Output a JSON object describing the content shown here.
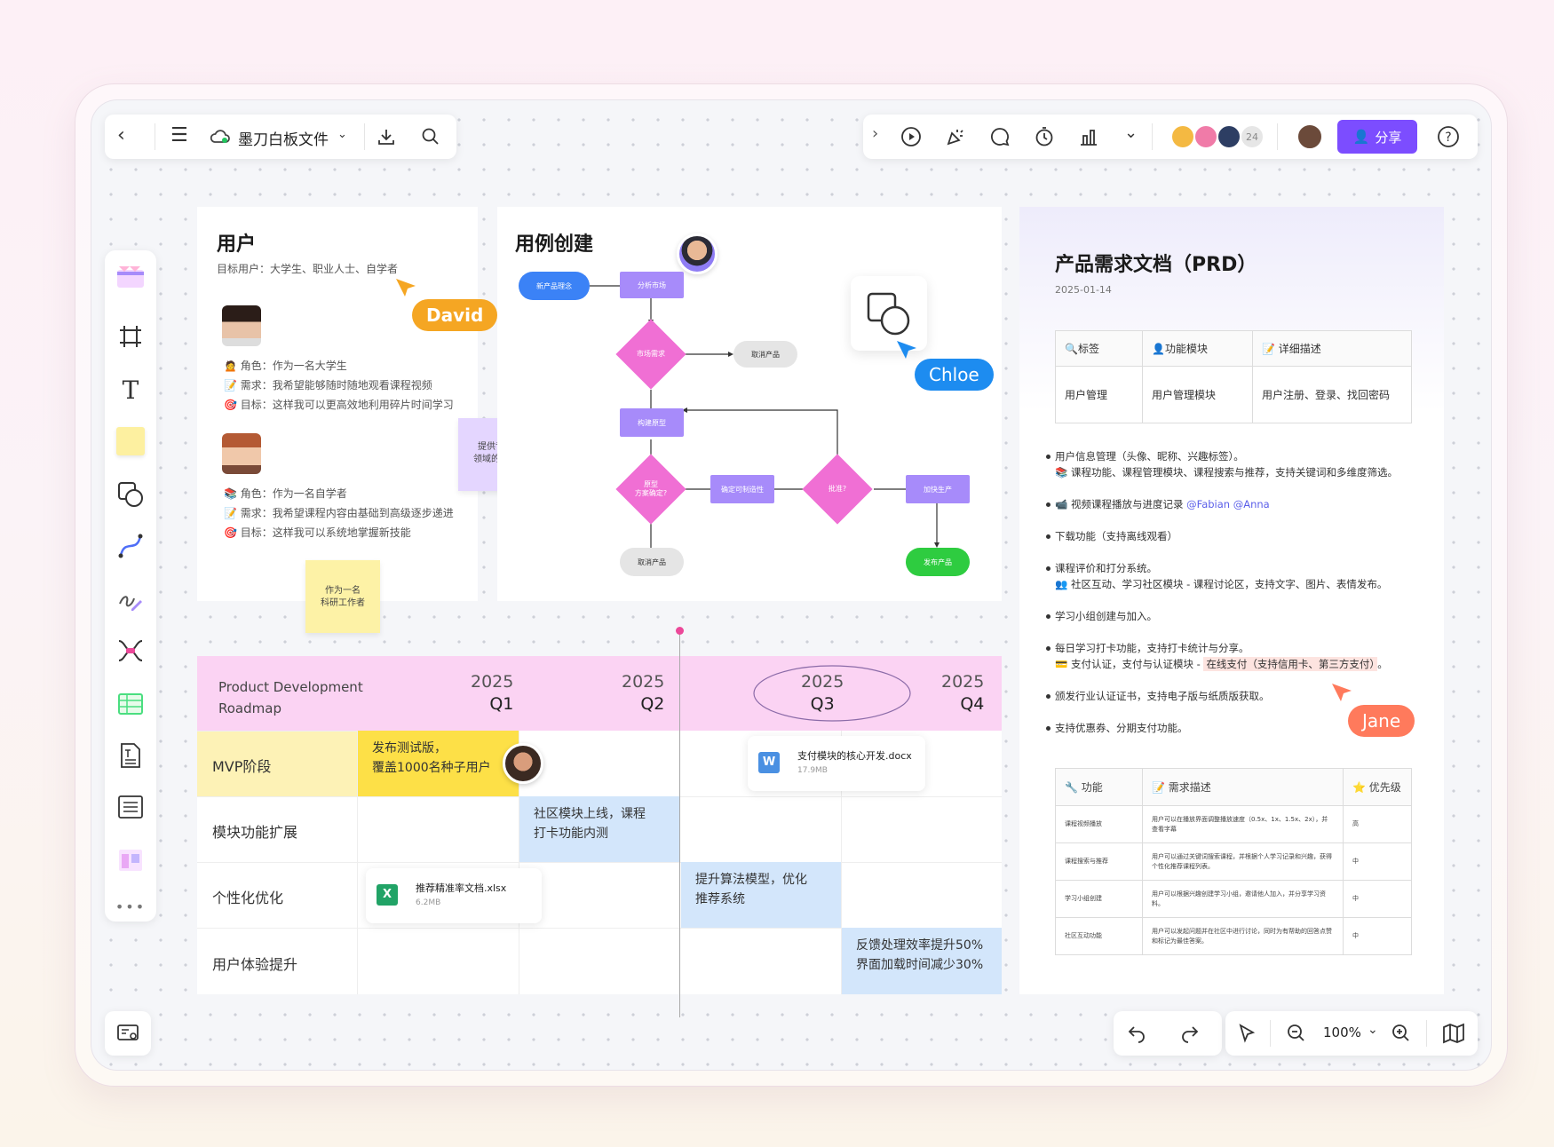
{
  "toolbar": {
    "file_name": "墨刀白板文件",
    "member_count": "24",
    "share_label": "分享"
  },
  "persona": {
    "title": "用户",
    "target": "目标用户：大学生、职业人士、自学者",
    "p1": {
      "role": "角色：作为一名大学生",
      "need": "需求：我希望能够随时随地观看课程视频",
      "goal": "目标：这样我可以更高效地利用碎片时间学习"
    },
    "p2": {
      "role": "角色：作为一名自学者",
      "need": "需求：我希望课程内容由基础到高级逐步递进",
      "goal": "目标：这样我可以系统地掌握新技能"
    },
    "sticky_purple": "提供专业\n领域的课程",
    "sticky_yellow": "作为一名\n科研工作者"
  },
  "cursors": {
    "david": "David",
    "chloe": "Chloe",
    "jane": "Jane"
  },
  "usecase": {
    "title": "用例创建",
    "nodes": {
      "start": "新产品理念",
      "analyze": "分析市场",
      "need": "市场需求",
      "cancel1": "取消产品",
      "build": "构建原型",
      "proto": "原型\n方案确定?",
      "feasible": "确定可制造性",
      "ok": "批准?",
      "produce": "加快生产",
      "cancel2": "取消产品",
      "release": "发布产品"
    }
  },
  "roadmap": {
    "title": "Product Development\nRoadmap",
    "quarters": [
      {
        "year": "2025",
        "q": "Q1"
      },
      {
        "year": "2025",
        "q": "Q2"
      },
      {
        "year": "2025",
        "q": "Q3"
      },
      {
        "year": "2025",
        "q": "Q4"
      }
    ],
    "rows": [
      "MVP阶段",
      "模块功能扩展",
      "个性化优化",
      "用户体验提升"
    ],
    "mvp_task": "发布测试版，\n覆盖1000名种子用户",
    "module_task": "社区模块上线，课程\n打卡功能内测",
    "personal_task": "提升算法模型，优化\n推荐系统",
    "ux_task": "反馈处理效率提升50%\n界面加载时间减少30%",
    "file_docx": {
      "name": "支付模块的核心开发.docx",
      "size": "17.9MB"
    },
    "file_xlsx": {
      "name": "推荐精准率文档.xlsx",
      "size": "6.2MB"
    }
  },
  "prd": {
    "title": "产品需求文档（PRD）",
    "date": "2025-01-14",
    "table_head": [
      "🔍标签",
      "👤功能模块",
      "📝 详细描述"
    ],
    "table_row": [
      "用户管理",
      "用户管理模块",
      "用户注册、登录、找回密码"
    ],
    "bullets": [
      {
        "l1": "用户信息管理（头像、昵称、兴趣标签）。",
        "l2": "📚 课程功能、课程管理模块、课程搜索与推荐，支持关键词和多维度筛选。"
      },
      {
        "l1": "📹 视频课程播放与进度记录 ",
        "mention": "@Fabian @Anna"
      },
      {
        "l1": "下载功能（支持离线观看）"
      },
      {
        "l1": "课程评价和打分系统。",
        "l2": "👥 社区互动、学习社区模块 - 课程讨论区，支持文字、图片、表情发布。"
      },
      {
        "l1": "学习小组创建与加入。"
      },
      {
        "l1": "每日学习打卡功能，支持打卡统计与分享。",
        "l2a": "💳 支付认证，支付与认证模块 - ",
        "l2b": "在线支付（支持信用卡、第三方支付）",
        "l2c": "。"
      },
      {
        "l1": "颁发行业认证证书，支持电子版与纸质版获取。"
      },
      {
        "l1": "支持优惠券、分期支付功能。"
      }
    ],
    "req_head": [
      "🔧 功能",
      "📝 需求描述",
      "⭐ 优先级"
    ],
    "req_rows": [
      [
        "课程视频播放",
        "用户可以在播放界面调整播放速度（0.5x、1x、1.5x、2x），并查看字幕",
        "高"
      ],
      [
        "课程搜索与推荐",
        "用户可以通过关键词搜索课程，并根据个人学习记录和兴趣，获得个性化推荐课程列表。",
        "中"
      ],
      [
        "学习小组创建",
        "用户可以根据兴趣创建学习小组，邀请他人加入，并分享学习资料。",
        "中"
      ],
      [
        "社区互动功能",
        "用户可以发起问题并在社区中进行讨论，同时为有帮助的回答点赞和标记为最佳答案。",
        "中"
      ]
    ]
  },
  "bottom": {
    "zoom": "100%"
  }
}
